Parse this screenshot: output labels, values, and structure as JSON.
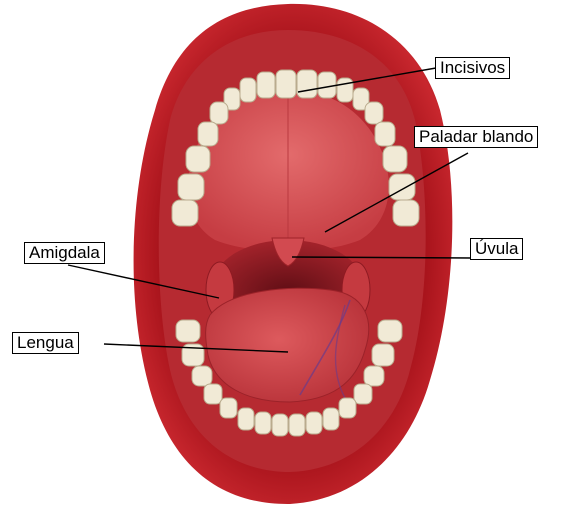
{
  "diagram": {
    "labels": {
      "incisivos": "Incisivos",
      "paladar_blando": "Paladar blando",
      "amigdala": "Amigdala",
      "uvula": "Úvula",
      "lengua": "Lengua"
    }
  },
  "colors": {
    "lip": "#c4252b",
    "lip_dark": "#8f0f17",
    "palate": "#d9575a",
    "throat": "#8a1a22",
    "tongue": "#d0454a",
    "tooth": "#f1ead6",
    "gum": "#e06a6c",
    "leader": "#000000"
  }
}
